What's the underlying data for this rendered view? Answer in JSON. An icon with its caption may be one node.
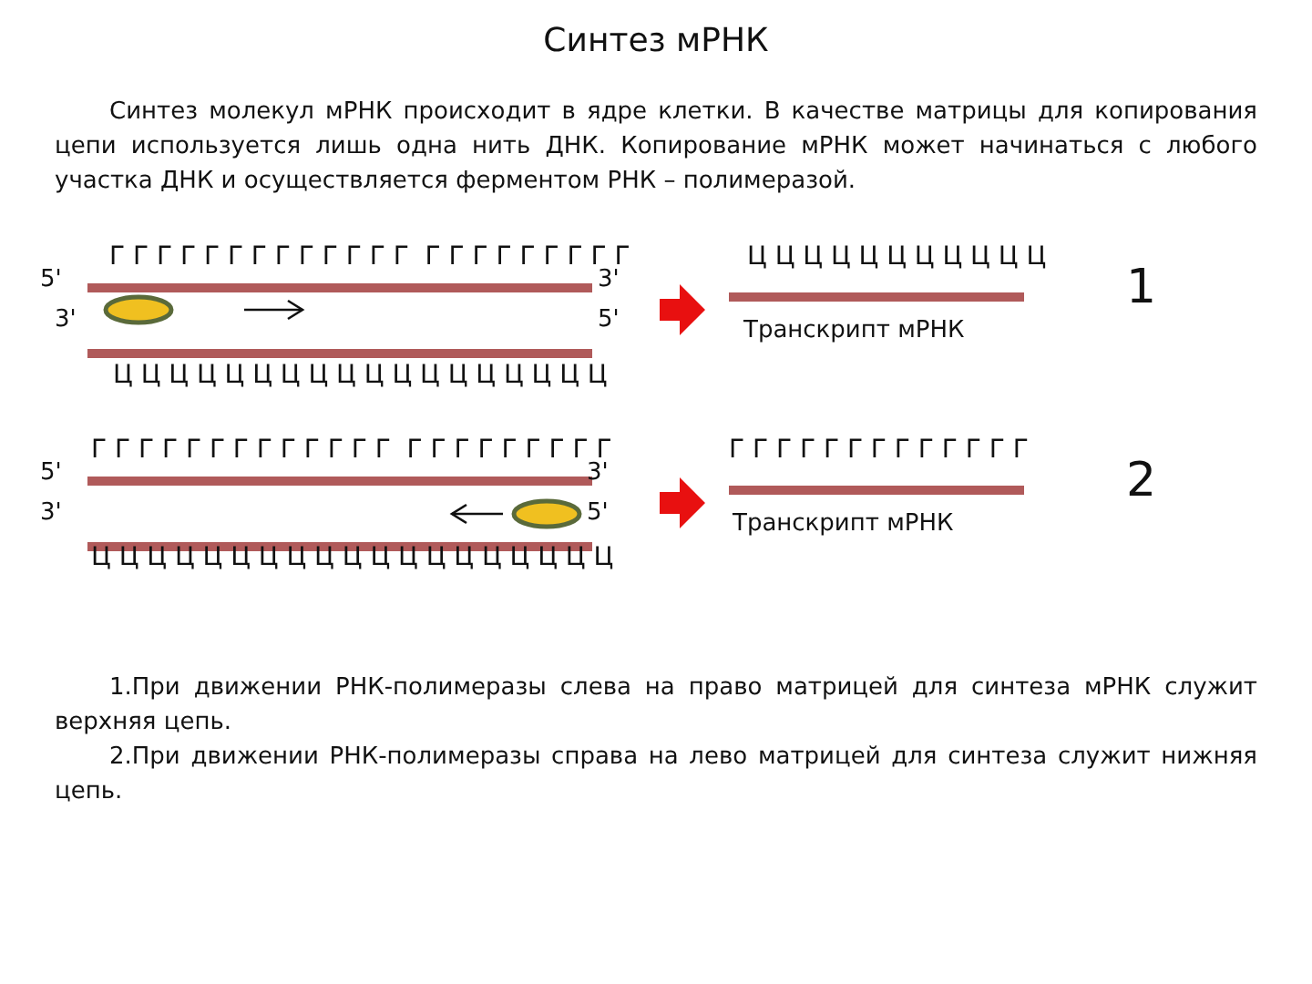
{
  "diagram": {
    "title": "Синтез мРНК",
    "labels": [
      "Синтез молекул мРНК происходит в ядре клетки. В качестве матрицы для копирования цепи используется лишь одна нить ДНК. Копирование мРНК может начинаться с любого участка ДНК и осуществляется ферментом РНК – полимеразой.",
      "Г Г Г Г Г Г Г Г Г Г Г Г Г  Г Г Г Г Г Г Г Г Г",
      "5'",
      "3'",
      "3'",
      "5'",
      "Ц Ц Ц Ц Ц Ц Ц Ц Ц Ц Ц Ц Ц Ц Ц Ц Ц Ц",
      "Ц Ц Ц Ц Ц Ц Ц Ц Ц Ц Ц",
      "Транскрипт мРНК",
      "1",
      "Г Г Г Г Г Г Г Г Г Г Г Г Г  Г Г Г Г Г Г Г Г Г",
      "5'",
      "3'",
      "3'",
      "5'",
      "Ц Ц Ц Ц Ц Ц Ц Ц Ц Ц Ц Ц Ц Ц Ц Ц Ц Ц Ц",
      "Г Г Г Г Г Г Г Г Г Г Г Г Г",
      "Транскрипт мРНК",
      "2",
      "1.При движении РНК-полимеразы слева на право матрицей для синтеза мРНК служит верхняя цепь.",
      "2.При движении РНК-полимеразы справа на лево матрицей для синтеза служит нижняя цепь."
    ]
  }
}
